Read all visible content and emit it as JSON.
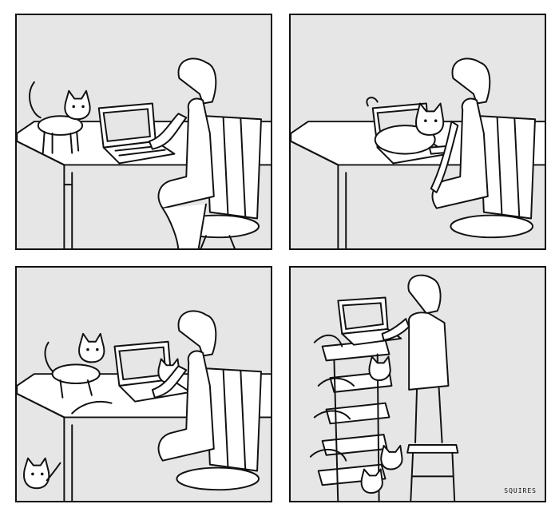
{
  "comic": {
    "signature": "SQUIRES",
    "panels": [
      {
        "id": 1
      },
      {
        "id": 2
      },
      {
        "id": 3
      },
      {
        "id": 4
      }
    ]
  }
}
